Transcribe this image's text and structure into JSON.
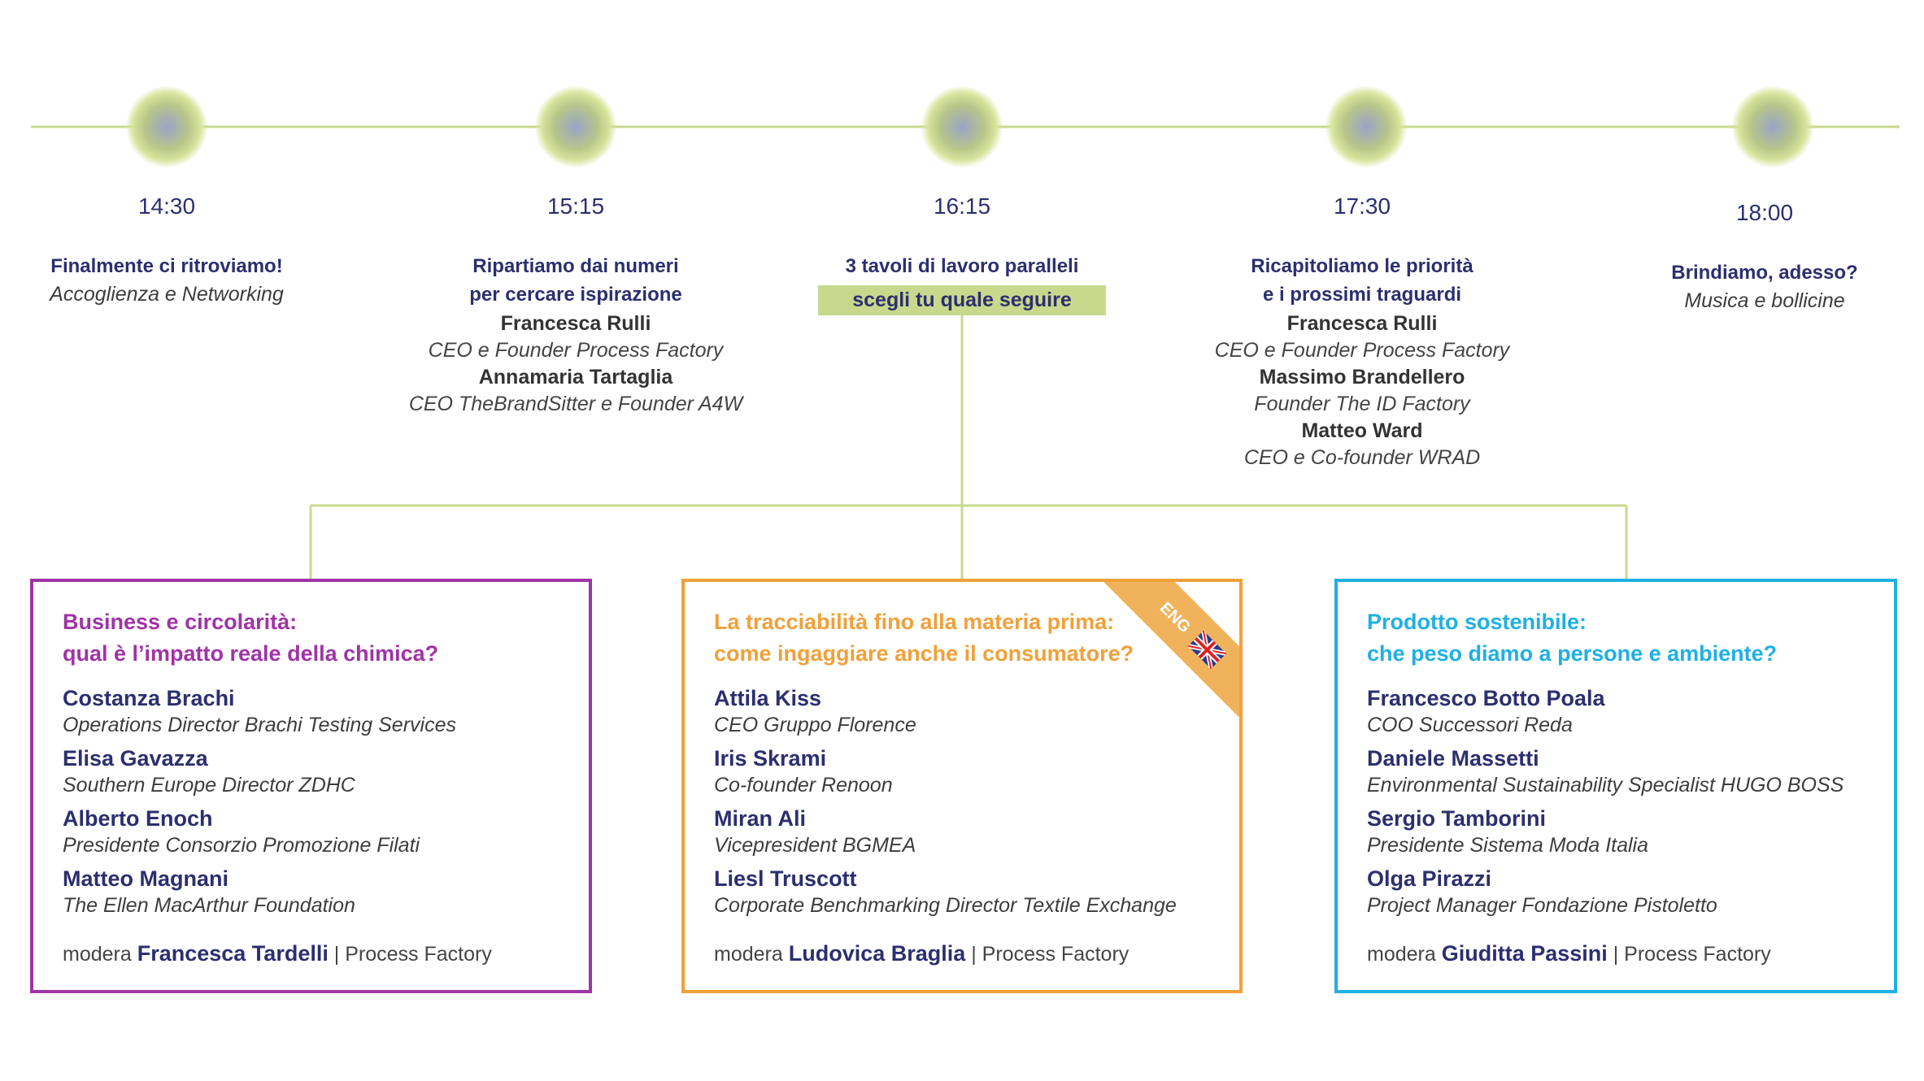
{
  "colors": {
    "timeline": "#c9da8f",
    "navy": "#2c2f6e",
    "purple": "#a033a6",
    "orange": "#f0a13a",
    "cyan": "#1fb0e3"
  },
  "timeline": [
    {
      "time": "14:30",
      "title": "Finalmente ci ritroviamo!",
      "subtitle": "Accoglienza e Networking",
      "people": []
    },
    {
      "time": "15:15",
      "title": "Ripartiamo dai numeri\nper cercare ispirazione",
      "subtitle": "",
      "people": [
        {
          "name": "Francesca Rulli",
          "role": "CEO e Founder Process Factory"
        },
        {
          "name": "Annamaria Tartaglia",
          "role": "CEO TheBrandSitter e Founder A4W"
        }
      ]
    },
    {
      "time": "16:15",
      "title": "3 tavoli di lavoro paralleli",
      "subtitle": "",
      "choose_label": "scegli tu quale seguire",
      "people": []
    },
    {
      "time": "17:30",
      "title": "Ricapitoliamo le priorità\ne i prossimi traguardi",
      "subtitle": "",
      "people": [
        {
          "name": "Francesca Rulli",
          "role": "CEO e Founder Process Factory"
        },
        {
          "name": "Massimo Brandellero",
          "role": "Founder The ID Factory"
        },
        {
          "name": "Matteo Ward",
          "role": "CEO e Co-founder WRAD"
        }
      ]
    },
    {
      "time": "18:00",
      "title": "Brindiamo, adesso?",
      "subtitle": "Musica e bollicine",
      "people": []
    }
  ],
  "tables": [
    {
      "title": "Business e circolarità:\nqual è l’impatto reale della chimica?",
      "speakers": [
        {
          "name": "Costanza Brachi",
          "role": "Operations Director Brachi Testing Services"
        },
        {
          "name": "Elisa Gavazza",
          "role": "Southern Europe Director ZDHC"
        },
        {
          "name": "Alberto Enoch",
          "role": "Presidente Consorzio Promozione Filati"
        },
        {
          "name": "Matteo Magnani",
          "role": "The Ellen MacArthur Foundation"
        }
      ],
      "moderator_prefix": "modera",
      "moderator": "Francesca Tardelli",
      "moderator_org": "| Process Factory"
    },
    {
      "title": "La tracciabilità fino alla materia prima:\ncome ingaggiare anche il consumatore?",
      "badge": "ENG",
      "speakers": [
        {
          "name": "Attila Kiss",
          "role": "CEO Gruppo Florence"
        },
        {
          "name": "Iris Skrami",
          "role": "Co-founder Renoon"
        },
        {
          "name": "Miran Ali",
          "role": "Vicepresident BGMEA"
        },
        {
          "name": "Liesl Truscott",
          "role": "Corporate Benchmarking Director Textile Exchange"
        }
      ],
      "moderator_prefix": "modera",
      "moderator": "Ludovica Braglia",
      "moderator_org": "| Process Factory"
    },
    {
      "title": "Prodotto sostenibile:\nche peso diamo a persone e ambiente?",
      "speakers": [
        {
          "name": "Francesco Botto Poala",
          "role": "COO Successori Reda"
        },
        {
          "name": "Daniele Massetti",
          "role": "Environmental Sustainability Specialist HUGO BOSS"
        },
        {
          "name": "Sergio Tamborini",
          "role": "Presidente Sistema Moda Italia"
        },
        {
          "name": "Olga Pirazzi",
          "role": "Project Manager Fondazione Pistoletto"
        }
      ],
      "moderator_prefix": "modera",
      "moderator": "Giuditta Passini",
      "moderator_org": "| Process Factory"
    }
  ]
}
